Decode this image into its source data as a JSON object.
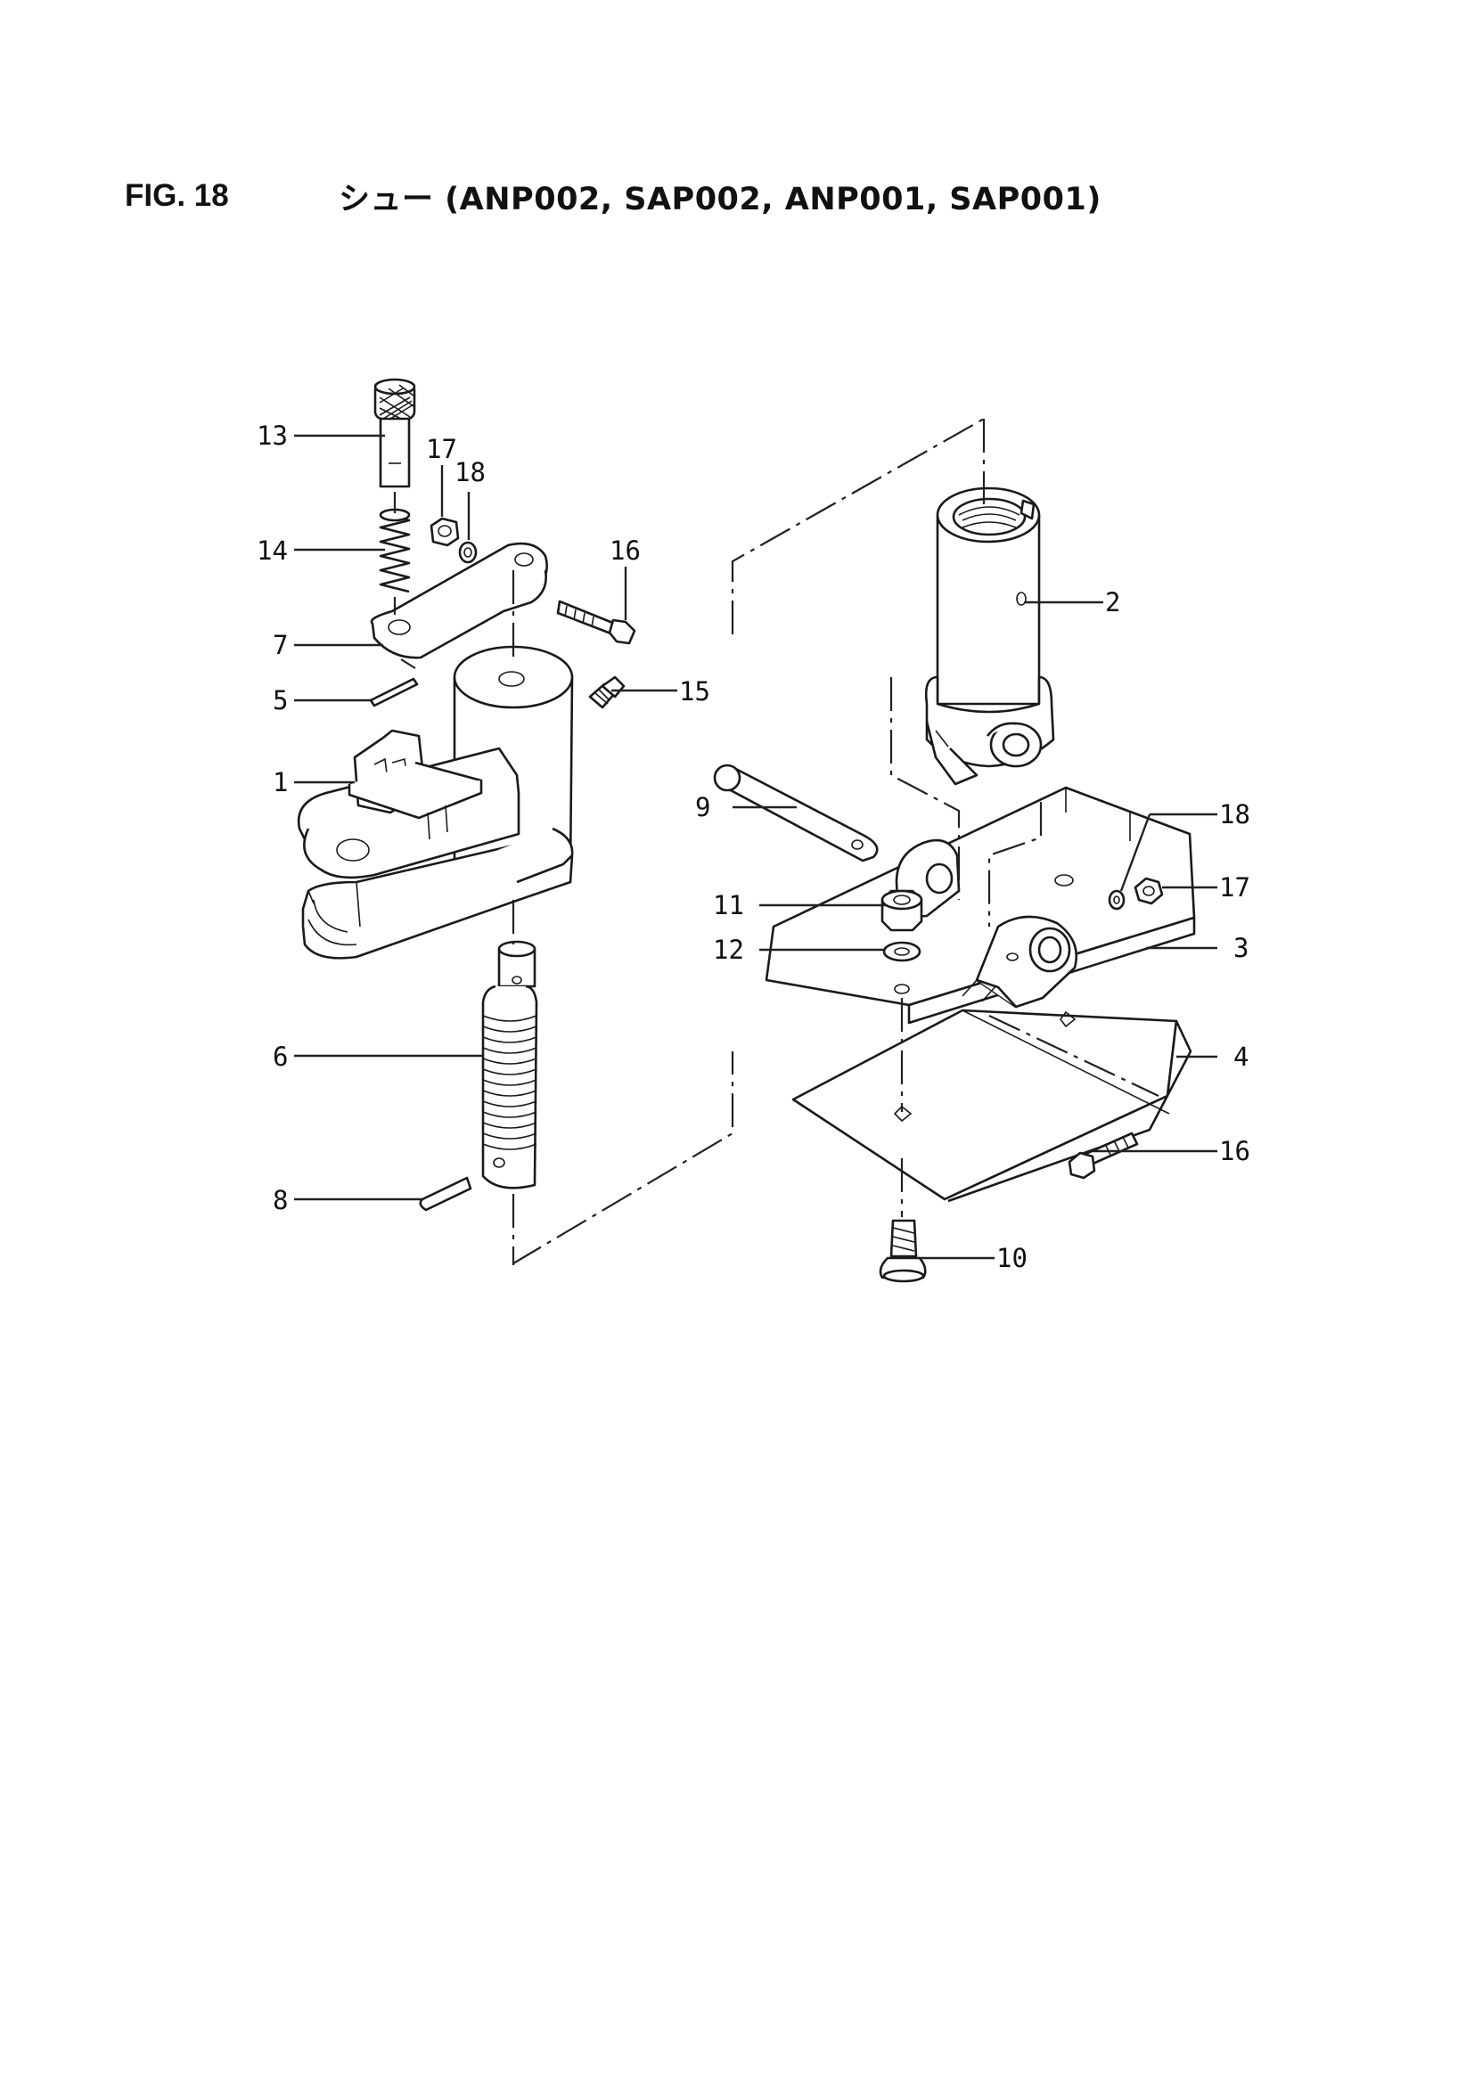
{
  "header": {
    "figure_number": "FIG. 18",
    "figure_title": "シュー (ANP002, SAP002, ANP001, SAP001)"
  },
  "callouts": {
    "c1": "1",
    "c2": "2",
    "c3": "3",
    "c4": "4",
    "c5": "5",
    "c6": "6",
    "c7": "7",
    "c8": "8",
    "c9": "9",
    "c10": "10",
    "c11": "11",
    "c12": "12",
    "c13": "13",
    "c14": "14",
    "c15": "15",
    "c16a": "16",
    "c16b": "16",
    "c17a": "17",
    "c17b": "17",
    "c18a": "18",
    "c18b": "18"
  }
}
